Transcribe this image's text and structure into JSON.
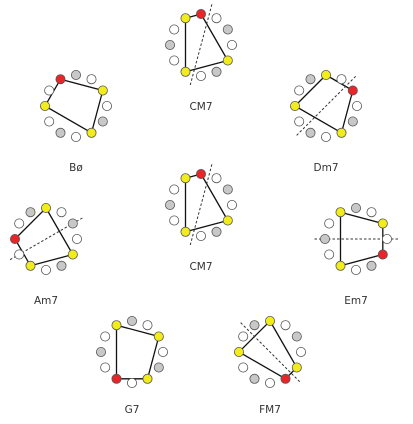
{
  "colors": {
    "root": "#e8262a",
    "chord_tone": "#f2ec1a",
    "scale_tone": "#c8c8c8",
    "chromatic": "#ffffff",
    "outline": "#555555",
    "polygon": "#111111",
    "symmetry_axis": "#333333"
  },
  "chords": [
    {
      "name": "CM7",
      "root": 0,
      "tones": [
        0,
        4,
        7,
        11
      ],
      "scale": [
        2,
        5,
        9
      ],
      "axis": [
        0.5,
        6.5
      ]
    },
    {
      "name": "Bø",
      "root": 11,
      "tones": [
        11,
        2,
        5,
        9
      ],
      "scale": [
        0,
        4,
        7
      ],
      "axis": null
    },
    {
      "name": "Dm7",
      "root": 2,
      "tones": [
        2,
        5,
        9,
        0
      ],
      "scale": [
        4,
        7,
        11
      ],
      "axis": [
        1.5,
        7.5
      ]
    },
    {
      "name": "CM7",
      "root": 0,
      "tones": [
        0,
        4,
        7,
        11
      ],
      "scale": [
        2,
        5,
        9
      ],
      "axis": [
        0.5,
        6.5
      ]
    },
    {
      "name": "Am7",
      "root": 9,
      "tones": [
        9,
        0,
        4,
        7
      ],
      "scale": [
        2,
        5,
        11
      ],
      "axis": [
        2,
        8
      ]
    },
    {
      "name": "Em7",
      "root": 4,
      "tones": [
        4,
        7,
        11,
        2
      ],
      "scale": [
        0,
        5,
        9
      ],
      "axis": [
        3,
        9
      ]
    },
    {
      "name": "G7",
      "root": 7,
      "tones": [
        7,
        11,
        2,
        5
      ],
      "scale": [
        0,
        4,
        9
      ],
      "axis": null
    },
    {
      "name": "FM7",
      "root": 5,
      "tones": [
        5,
        9,
        0,
        4
      ],
      "scale": [
        2,
        7,
        11
      ],
      "axis": [
        4.5,
        10.5
      ]
    }
  ]
}
